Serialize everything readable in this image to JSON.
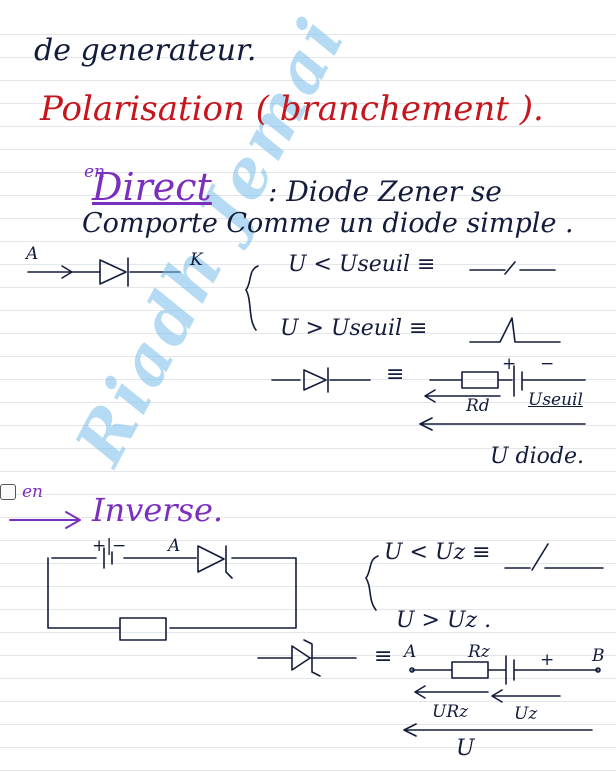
{
  "title": "de generateur.",
  "heading": "Polarisation ( branchement ).",
  "direct": {
    "marker": "en",
    "title": "Direct",
    "description_line1": ": Diode Zener se",
    "description_line2": "Comporte Comme un diode simple .",
    "anode_label": "A",
    "cathode_label": "K",
    "case1": "U < Useuil  ≡",
    "case2": "U > Useuil  ≡",
    "equiv_eq": "≡",
    "rd_label": "Rd",
    "plus_sign": "+",
    "minus_sign": "−",
    "useuil_label": "Useuil",
    "udiode_label": "U diode."
  },
  "inverse": {
    "marker": "en",
    "title": "Inverse.",
    "plus_minus": "+|−",
    "anode_label": "A",
    "case1": "U < Uz ≡",
    "case2": "U > Uz .",
    "equiv_eq": "≡",
    "a_label": "A",
    "rz_label": "Rz",
    "plus_sign": "+",
    "b_label": "B",
    "urz_label": "URz",
    "uz_label": "Uz",
    "u_label": "U"
  },
  "watermark": "Riadh Jemai",
  "colors": {
    "ink": "#141c3c",
    "red": "#c4161c",
    "purple": "#7b2fbe",
    "watermark": "#78bee b"
  }
}
